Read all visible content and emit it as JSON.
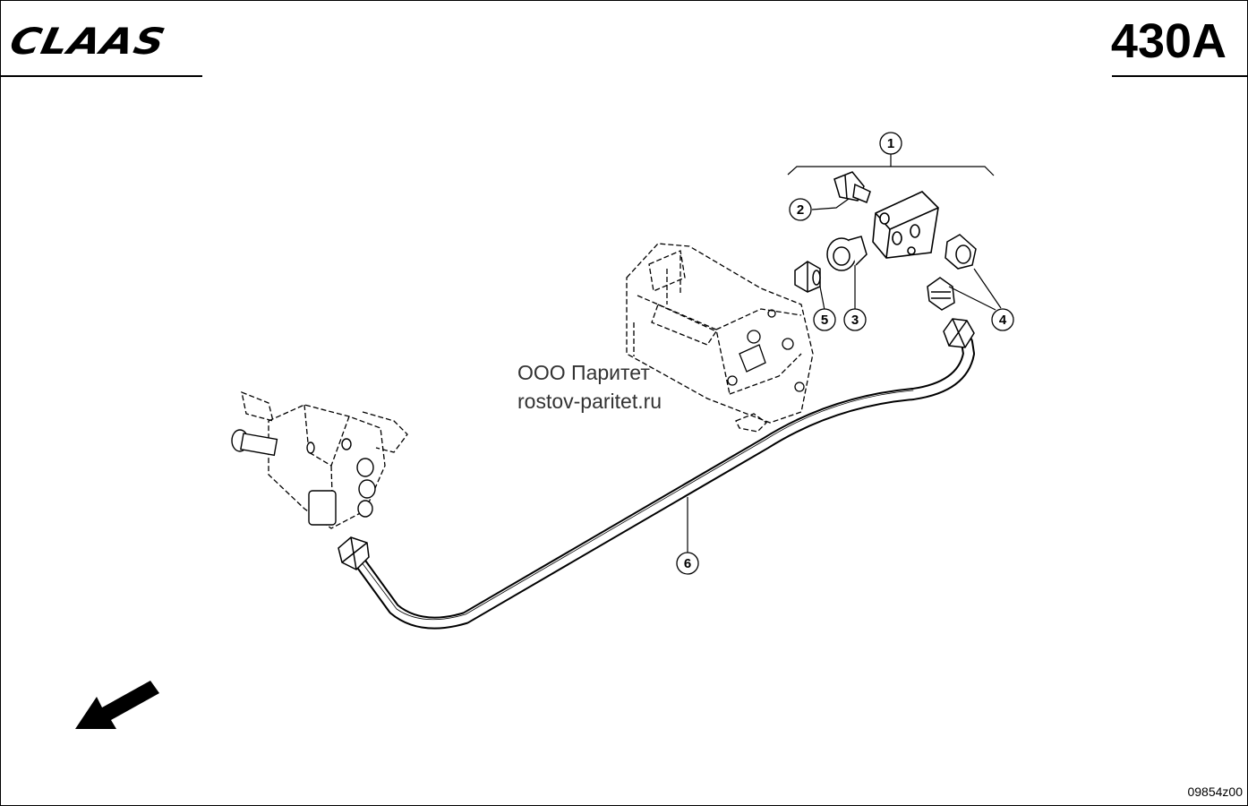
{
  "header": {
    "brand": "CLAAS",
    "page_code": "430A"
  },
  "callouts": {
    "c1": "1",
    "c2": "2",
    "c3": "3",
    "c4": "4",
    "c5": "5",
    "c6": "6"
  },
  "watermark": {
    "line1": "ООО Паритет",
    "line2": "rostov-paritet.ru"
  },
  "footer": {
    "drawing_number": "09854z00"
  },
  "colors": {
    "ink": "#000000",
    "background": "#ffffff"
  },
  "icons": {
    "direction": "forward-arrow-icon"
  }
}
